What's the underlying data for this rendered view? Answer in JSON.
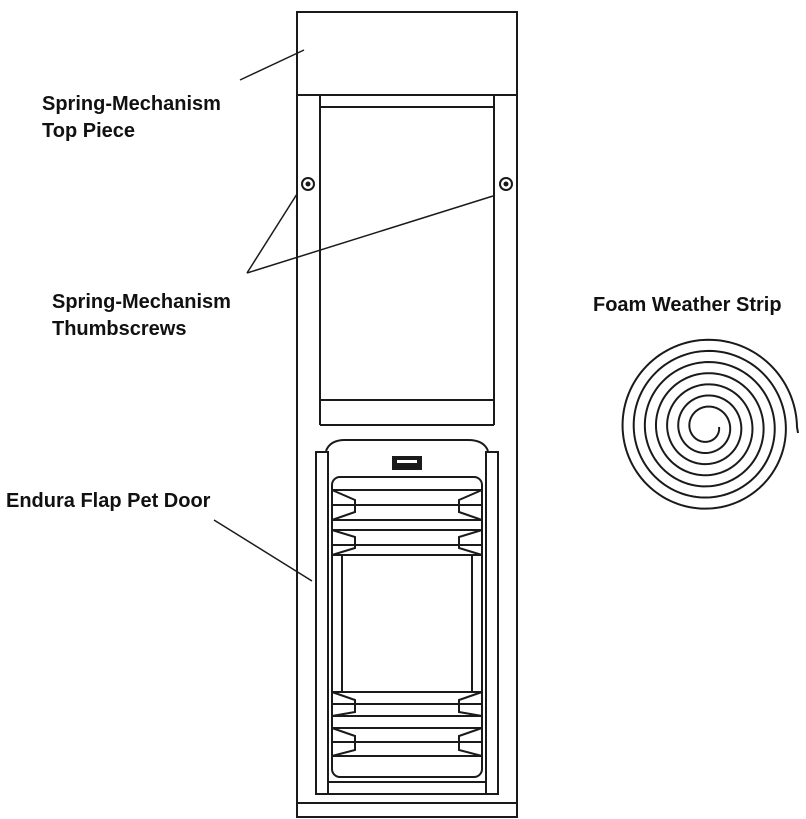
{
  "labels": {
    "top_piece_line1": "Spring-Mechanism",
    "top_piece_line2": "Top Piece",
    "thumbscrews_line1": "Spring-Mechanism",
    "thumbscrews_line2": "Thumbscrews",
    "pet_door": "Endura Flap Pet Door",
    "weather_strip": "Foam Weather Strip"
  },
  "colors": {
    "stroke": "#1a1a1a",
    "background": "#ffffff"
  }
}
